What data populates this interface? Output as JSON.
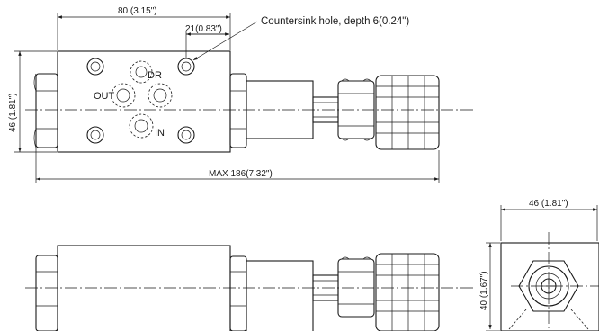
{
  "dimensions": {
    "top_width": "80 (3.15\")",
    "hole_offset": "21(0.83\")",
    "top_height": "46 (1.81\")",
    "overall_length": "MAX 186(7.32\")",
    "end_width": "46 (1.81\")",
    "end_height": "40 (1.67\")"
  },
  "annotations": {
    "countersink": "Countersink hole, depth 6(0.24\")"
  },
  "ports": {
    "dr": "DR",
    "out": "OUT",
    "in": "IN"
  }
}
